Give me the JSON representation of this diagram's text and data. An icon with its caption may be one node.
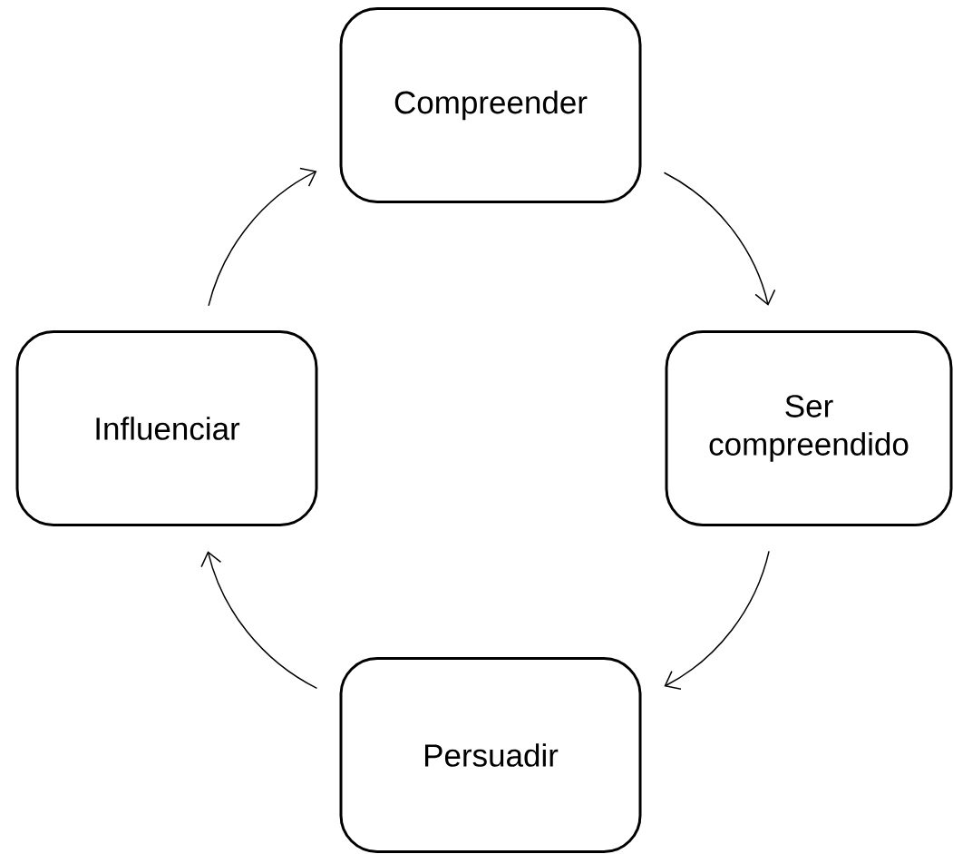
{
  "diagram": {
    "nodes": [
      {
        "text": [
          "Compreender"
        ]
      },
      {
        "text": [
          "Ser compreendido"
        ]
      },
      {
        "text": [
          "Persuadir"
        ]
      },
      {
        "text": [
          "Influenciar"
        ]
      }
    ],
    "edges": [
      {
        "from": 0,
        "to": 1,
        "arrow": "to"
      },
      {
        "from": 1,
        "to": 2,
        "arrow": "to"
      },
      {
        "from": 2,
        "to": 3,
        "arrow": "to"
      },
      {
        "from": 3,
        "to": 0,
        "arrow": "to"
      }
    ]
  }
}
